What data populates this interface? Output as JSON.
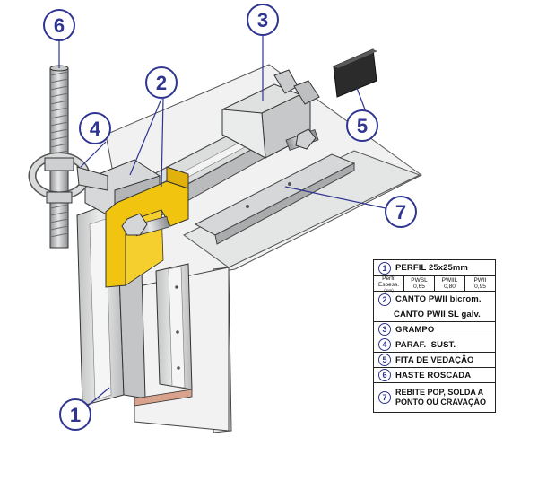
{
  "callouts": [
    {
      "num": "6"
    },
    {
      "num": "3"
    },
    {
      "num": "2"
    },
    {
      "num": "4"
    },
    {
      "num": "5"
    },
    {
      "num": "7"
    },
    {
      "num": "1"
    }
  ],
  "legend": {
    "items": [
      {
        "num": "1",
        "label": "PERFIL 25x25mm"
      },
      {
        "num": "2",
        "label": "CANTO PWII bicrom."
      },
      {
        "num": "",
        "label": "CANTO PWII SL galv."
      },
      {
        "num": "3",
        "label": "GRAMPO"
      },
      {
        "num": "4",
        "label": "PARAF.  SUST."
      },
      {
        "num": "5",
        "label": "FITA DE VEDAÇÃO"
      },
      {
        "num": "6",
        "label": "HASTE ROSCADA"
      },
      {
        "num": "7",
        "label_line1": "REBITE POP, SOLDA A",
        "label_line2": "PONTO OU CRAVAÇÃO"
      }
    ],
    "thickness_table": {
      "header_label_line1": "Perfil",
      "header_label_line2": "Espess.",
      "header_unit": "(mm)",
      "columns": [
        {
          "name": "PWSL",
          "value": "0,65"
        },
        {
          "name": "PWIIL",
          "value": "0,80"
        },
        {
          "name": "PWII",
          "value": "0,95"
        }
      ]
    }
  },
  "colors": {
    "callout_blue": "#2f3590",
    "yellow_part": "#f1c40f",
    "metal_light": "#e9eaea",
    "metal_mid": "#cfd1d1",
    "metal_dark": "#a9abad",
    "seal_tape": "#2b2b2b"
  }
}
